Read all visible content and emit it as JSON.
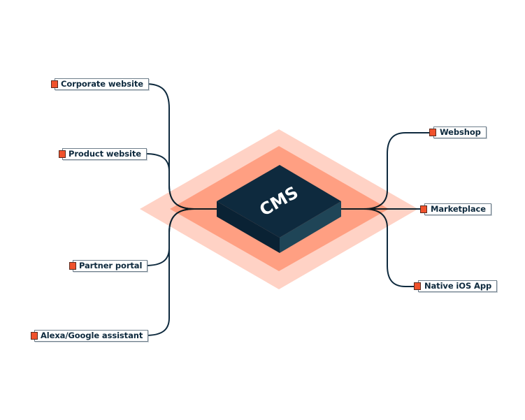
{
  "diagram": {
    "center": {
      "label": "CMS",
      "colors": {
        "top": "#0e2a3e",
        "left_side": "#0a2234",
        "right_side": "#1f4557",
        "text": "#ffffff"
      }
    },
    "halo_colors": {
      "outer": "#ffd2c5",
      "inner": "#ff9f82"
    },
    "connector_color": "#0e2a3e",
    "marker_color": "#f0522c",
    "left_nodes": [
      {
        "label": "Corporate website"
      },
      {
        "label": "Product website"
      },
      {
        "label": "Partner portal"
      },
      {
        "label": "Alexa/Google assistant"
      }
    ],
    "right_nodes": [
      {
        "label": "Webshop"
      },
      {
        "label": "Marketplace"
      },
      {
        "label": "Native iOS App"
      }
    ]
  }
}
